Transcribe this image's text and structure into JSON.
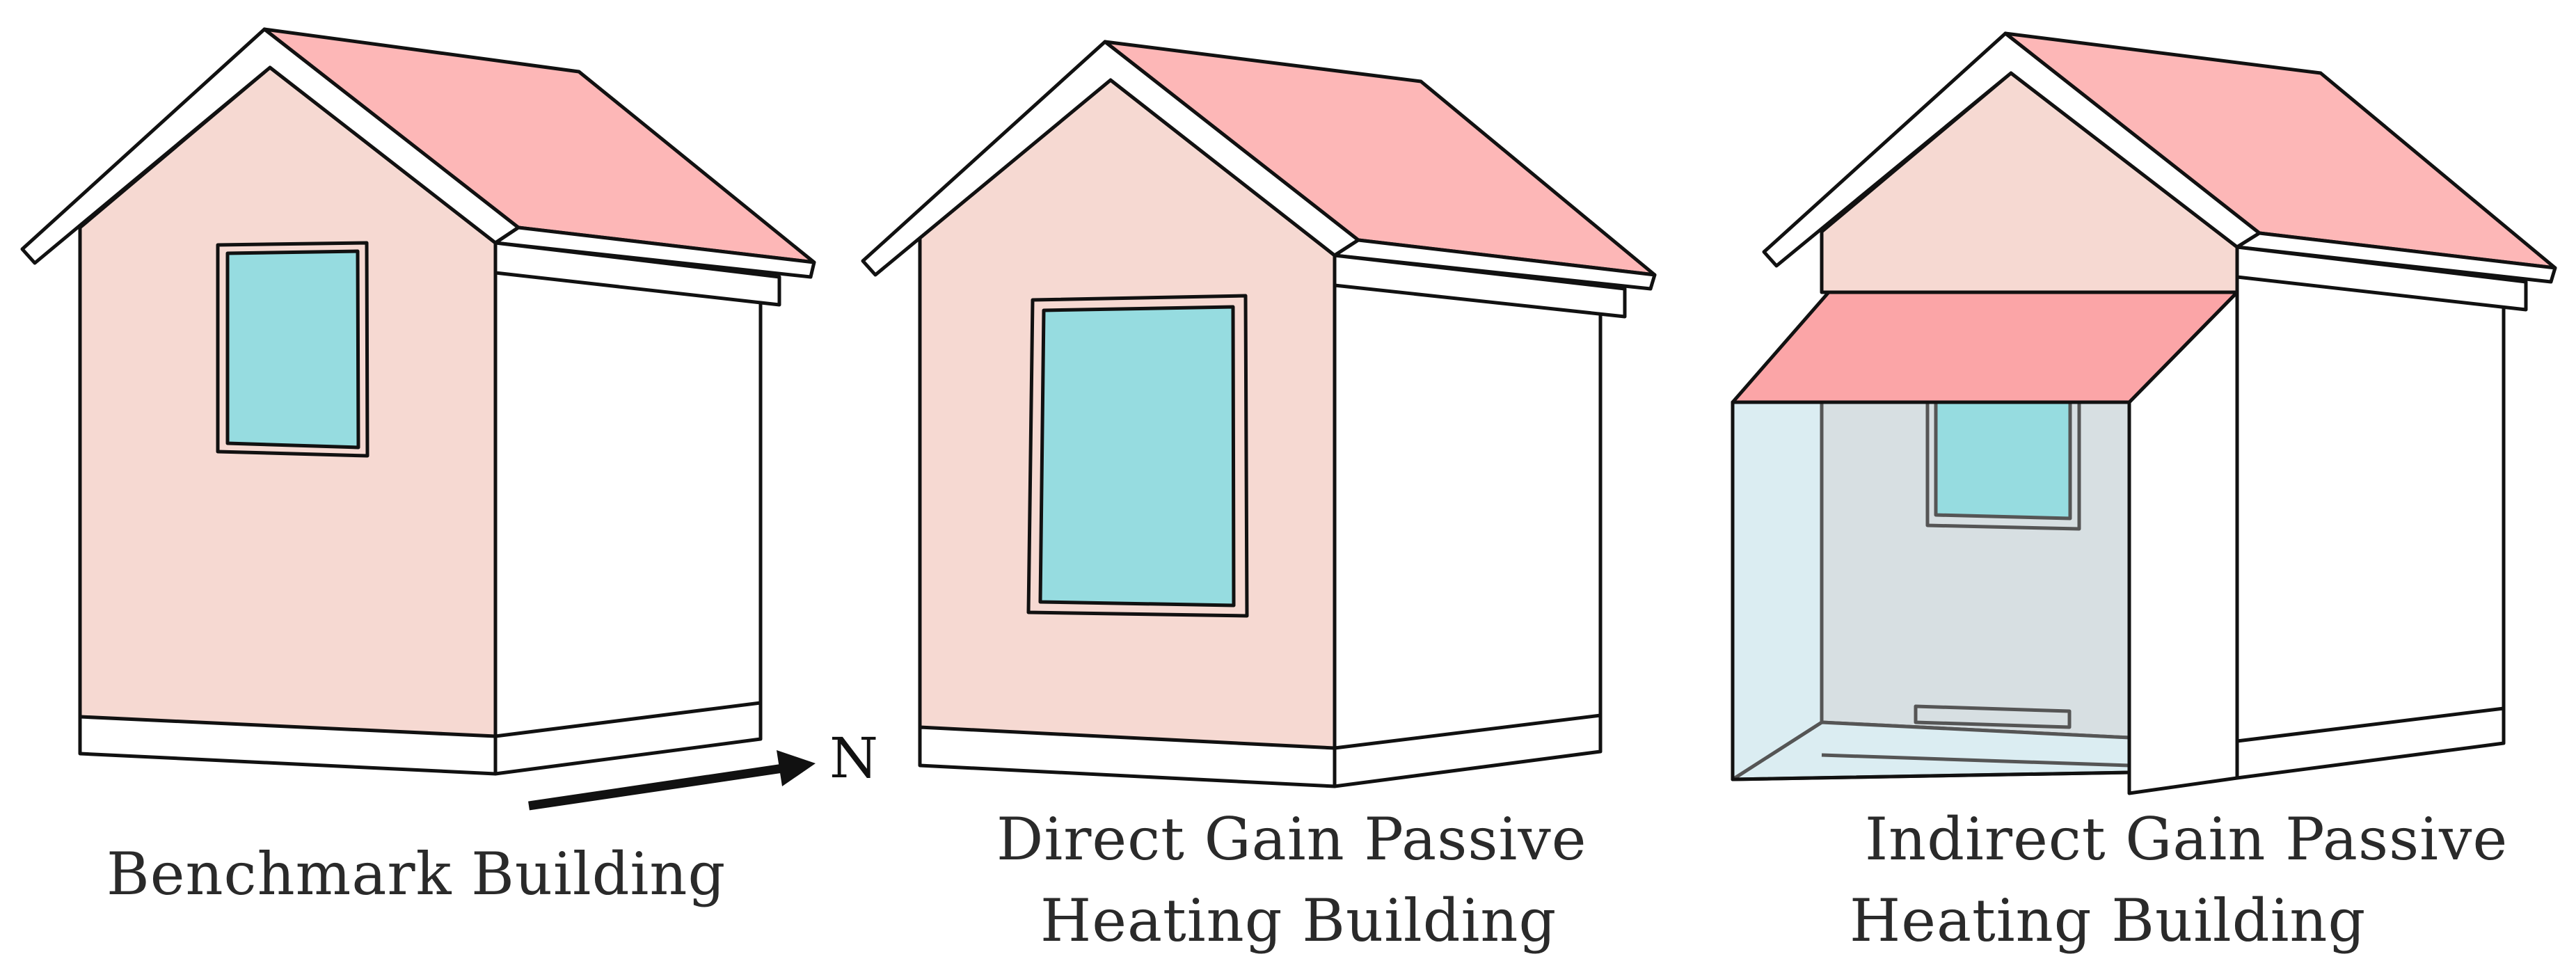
{
  "captions": {
    "benchmark": "Benchmark Building",
    "direct_line1": "Direct Gain  Passive",
    "direct_line2": "Heating Building",
    "indirect_line1": "Indirect Gain Passive",
    "indirect_line2": "Heating Building"
  },
  "compass": {
    "label": "N"
  },
  "colors": {
    "roof": "#fdb7b7",
    "gable_wall": "#f6d9d2",
    "side_wall": "#ffffff",
    "glass": "#96dce0",
    "sunspace_roof": "#fba5a7",
    "sunspace_glass": "#dbedf2",
    "sunspace_interior": "#d7dfe2",
    "outline": "#111111"
  }
}
